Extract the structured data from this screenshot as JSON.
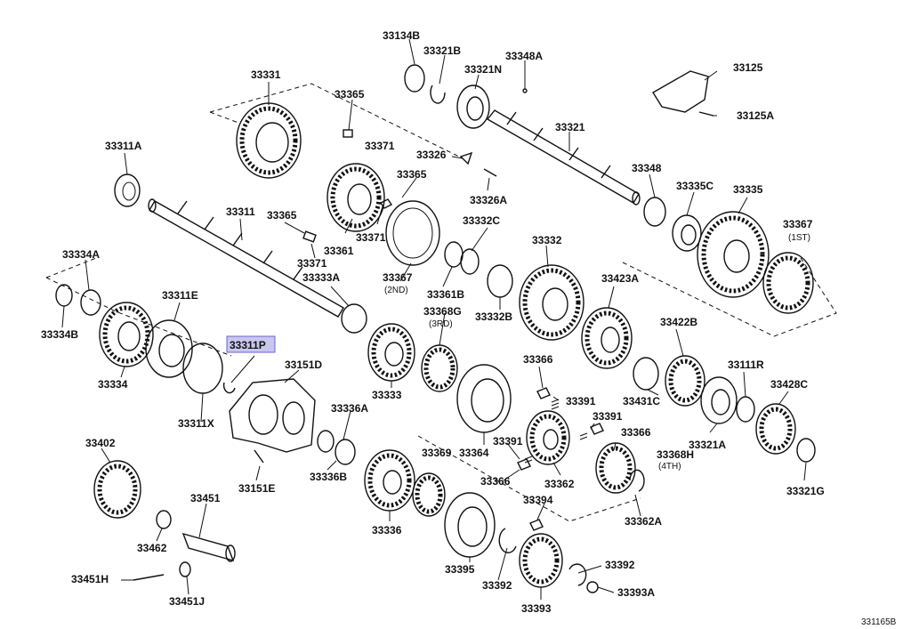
{
  "labels": {
    "l33134B": "33134B",
    "l33321B": "33321B",
    "l33348A": "33348A",
    "l33125": "33125",
    "l33321N": "33321N",
    "l33125A": "33125A",
    "l33331": "33331",
    "l33365a": "33365",
    "l33371a": "33371",
    "l33321": "33321",
    "l33311A": "33311A",
    "l33326": "33326",
    "l33365b": "33365",
    "l33348": "33348",
    "l33335C": "33335C",
    "l33335": "33335",
    "l33326A": "33326A",
    "l33311": "33311",
    "l33365c": "33365",
    "l33371b": "33371",
    "l33332C": "33332C",
    "l33367a": "33367",
    "l33361": "33361",
    "l33371c": "33371",
    "l33332": "33332",
    "l33334A": "33334A",
    "l33367b": "33367",
    "l33333A": "33333A",
    "l33361B": "33361B",
    "l33423A": "33423A",
    "l33311E": "33311E",
    "l33334B": "33334B",
    "l33368G": "33368G",
    "l33332B": "33332B",
    "l33422B": "33422B",
    "l33311P": "33311P",
    "l33151D": "33151D",
    "l33366a": "33366",
    "l33111R": "33111R",
    "l33428C": "33428C",
    "l33334": "33334",
    "l33333": "33333",
    "l33431C": "33431C",
    "l33391a": "33391",
    "l33336A": "33336A",
    "l33391b": "33391",
    "l33366b": "33366",
    "l33311X": "33311X",
    "l33321A": "33321A",
    "l33402": "33402",
    "l33391c": "33391",
    "l33368H": "33368H",
    "l33369": "33369",
    "l33364": "33364",
    "l33336B": "33336B",
    "l33366c": "33366",
    "l33362": "33362",
    "l33151E": "33151E",
    "l33321G": "33321G",
    "l33451": "33451",
    "l33394": "33394",
    "l33362A": "33362A",
    "l33462": "33462",
    "l33336": "33336",
    "l33395": "33395",
    "l33392a": "33392",
    "l33392b": "33392",
    "l33451H": "33451H",
    "l33393A": "33393A",
    "l33451J": "33451J",
    "l33393": "33393"
  },
  "sublabels": {
    "s1st": "(1ST)",
    "s2nd": "(2ND)",
    "s3rd": "(3RD)",
    "s4th": "(4TH)"
  },
  "figure_id": "331165B",
  "highlighted_part": "33311P",
  "colors": {
    "highlight_fill": "#c9c6ef",
    "highlight_stroke": "#6b66c9",
    "ink": "#111111"
  }
}
